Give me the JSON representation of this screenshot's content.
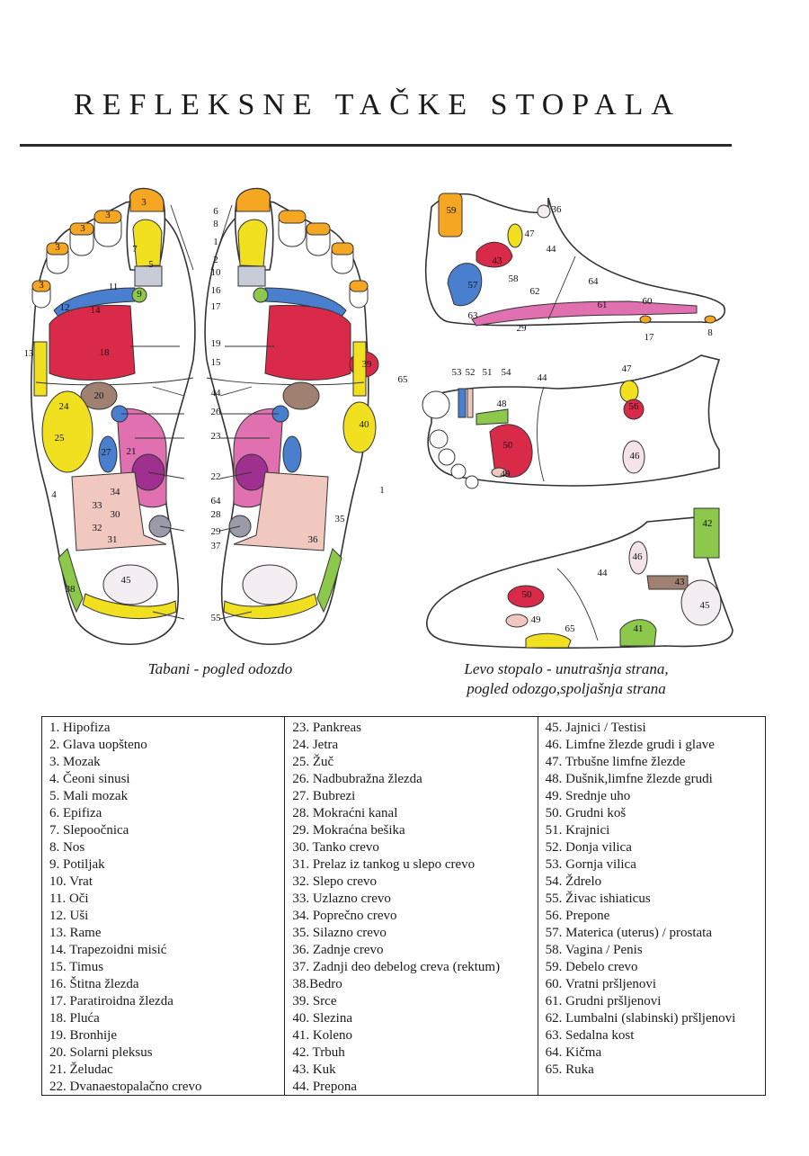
{
  "title": "REFLEKSNE TAČKE STOPALA",
  "captions": {
    "soles": "Tabani - pogled odozdo",
    "left_foot_line1": "Levo stopalo - unutrašnja strana,",
    "left_foot_line2": "pogled odozgo,spoljašnja strana"
  },
  "legend": {
    "col1": [
      "1.  Hipofiza",
      "2.  Glava uopšteno",
      "3.  Mozak",
      "4. Čeoni sinusi",
      "5.  Mali mozak",
      "6.  Epifiza",
      "7.  Slepoočnica",
      "8.  Nos",
      "9.  Potiljak",
      "10. Vrat",
      "11. Oči",
      "12. Uši",
      "13. Rame",
      "14. Trapezoidni misić",
      "15. Timus",
      "16. Štitna žlezda",
      "17. Paratiroidna žlezda",
      "18. Pluća",
      "19. Bronhije",
      "20. Solarni pleksus",
      "21. Želudac",
      "22. Dvanaestopalačno crevo"
    ],
    "col2": [
      "23. Pankreas",
      "24. Jetra",
      "25. Žuč",
      "26. Nadbubražna žlezda",
      "27. Bubrezi",
      "28. Mokraćni kanal",
      "29. Mokraćna bešika",
      "30. Tanko crevo",
      "31. Prelaz iz tankog u slepo crevo",
      "32. Slepo crevo",
      "33. Uzlazno crevo",
      "34. Poprečno crevo",
      "35. Silazno crevo",
      "36. Zadnje crevo",
      "37. Zadnji deo debelog creva (rektum)",
      "38.Bedro",
      "39. Srce",
      "40. Slezina",
      "41. Koleno",
      "42. Trbuh",
      "43. Kuk",
      "44. Prepona"
    ],
    "col3": [
      "45. Jajnici / Testisi",
      "46. Limfne žlezde grudi i glave",
      "47. Trbušne limfne žlezde",
      "48. Dušnik,limfne žlezde grudi",
      "49. Srednje uho",
      "50. Grudni koš",
      "51. Krajnici",
      "52. Donja vilica",
      "53. Gornja vilica",
      "54. Ždrelo",
      "55. Živac ishiaticus",
      "56. Prepone",
      "57. Materica (uterus) / prostata",
      "58. Vagina / Penis",
      "59. Debelo crevo",
      "60. Vratni pršljenovi",
      "61. Grudni pršljenovi",
      "62. Lumbalni (slabinski) pršljenovi",
      "63. Sedalna kost",
      "64. Kičma",
      "65. Ruka"
    ]
  },
  "diagram_labels": {
    "center_callouts": [
      "6",
      "8",
      "1",
      "2",
      "10",
      "16",
      "17",
      "19",
      "15",
      "44",
      "26",
      "23",
      "22",
      "64",
      "28",
      "29",
      "37",
      "55"
    ],
    "soles": [
      "3",
      "3",
      "3",
      "3",
      "3",
      "7",
      "5",
      "9",
      "11",
      "12",
      "14",
      "13",
      "18",
      "39",
      "20",
      "24",
      "25",
      "40",
      "21",
      "27",
      "34",
      "33",
      "30",
      "35",
      "32",
      "31",
      "36",
      "4",
      "1",
      "45",
      "38",
      "65"
    ],
    "side_top": [
      "59",
      "36",
      "47",
      "43",
      "44",
      "57",
      "58",
      "62",
      "64",
      "61",
      "60",
      "63",
      "29",
      "17",
      "8"
    ],
    "side_middle": [
      "53",
      "52",
      "51",
      "54",
      "44",
      "47",
      "56",
      "48",
      "50",
      "49",
      "46"
    ],
    "side_bottom": [
      "42",
      "46",
      "43",
      "44",
      "45",
      "50",
      "49",
      "65",
      "41"
    ]
  },
  "colors": {
    "brain_orange": "#f5a623",
    "sinus_yellow": "#f0e020",
    "lung_red": "#d92a4a",
    "blue": "#4a7fd0",
    "green": "#8cc84b",
    "magenta": "#d040a0",
    "pink": "#f0c8d0",
    "brown": "#a08070",
    "grey": "#9a9aaa"
  }
}
